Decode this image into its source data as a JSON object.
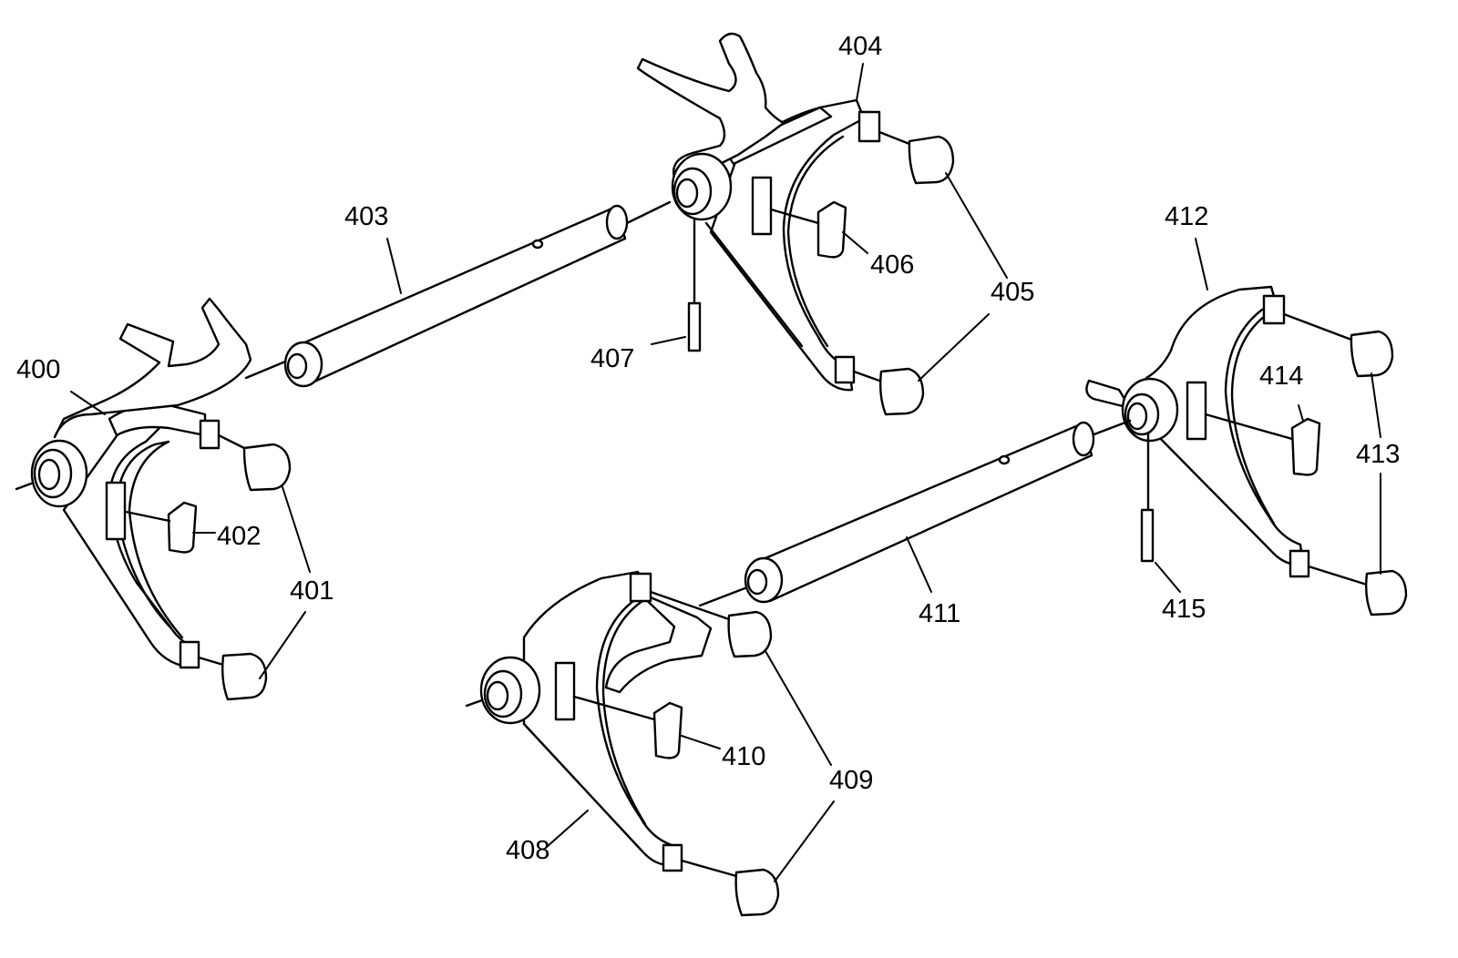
{
  "diagram": {
    "callouts": [
      {
        "id": "c400",
        "label": "400"
      },
      {
        "id": "c401",
        "label": "401"
      },
      {
        "id": "c402",
        "label": "402"
      },
      {
        "id": "c403",
        "label": "403"
      },
      {
        "id": "c404",
        "label": "404"
      },
      {
        "id": "c405",
        "label": "405"
      },
      {
        "id": "c406",
        "label": "406"
      },
      {
        "id": "c407",
        "label": "407"
      },
      {
        "id": "c408",
        "label": "408"
      },
      {
        "id": "c409",
        "label": "409"
      },
      {
        "id": "c410",
        "label": "410"
      },
      {
        "id": "c411",
        "label": "411"
      },
      {
        "id": "c412",
        "label": "412"
      },
      {
        "id": "c413",
        "label": "413"
      },
      {
        "id": "c414",
        "label": "414"
      },
      {
        "id": "c415",
        "label": "415"
      }
    ],
    "colors": {
      "line": "#000000",
      "background": "#ffffff"
    }
  }
}
